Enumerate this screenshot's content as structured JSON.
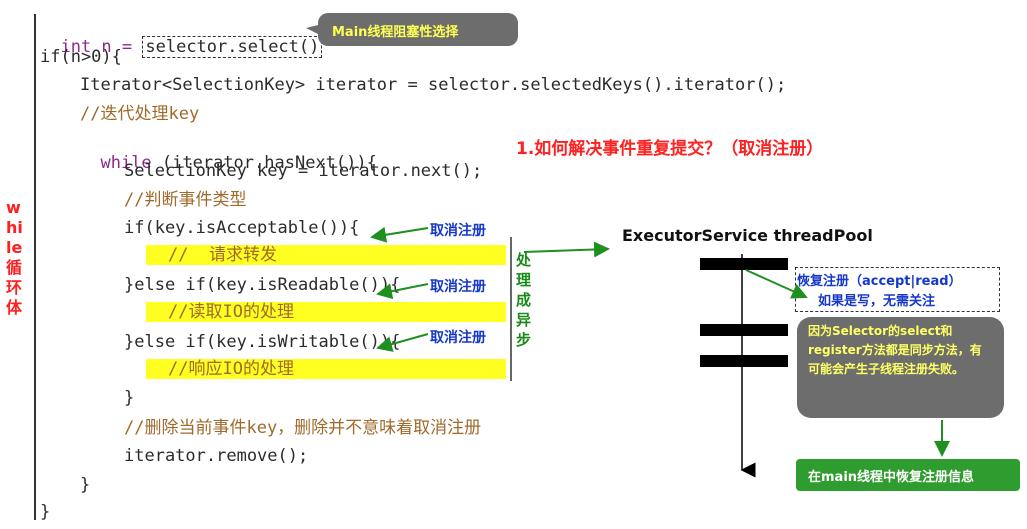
{
  "code": {
    "line1_pre": "int n = ",
    "line1_call": "selector.select()",
    "line2": "if(n>0){",
    "line3": "Iterator<SelectionKey> iterator = selector.selectedKeys().iterator();",
    "line4": "//迭代处理key",
    "line5_kw": "while",
    "line5_rest": " (iterator.hasNext()){",
    "line6": "SelectionKey key = iterator.next();",
    "line7": "//判断事件类型",
    "line8": "if(key.isAcceptable()){",
    "line9": "//  请求转发",
    "line10": "}else if(key.isReadable()){",
    "line11": "//读取IO的处理",
    "line12": "}else if(key.isWritable()){",
    "line13": "//响应IO的处理",
    "line14": "}",
    "line15": "//删除当前事件key，删除并不意味着取消注册",
    "line16": "iterator.remove();",
    "line17": "}",
    "line18": "}"
  },
  "annotations": {
    "main_select": "Main线程阻塞性选择",
    "question": "1.如何解决事件重复提交？（取消注册）",
    "while_loop": "while循环体",
    "cancel_reg": "取消注册",
    "async": "处理成异步",
    "thread_pool": "ExecutorService threadPool",
    "restore_reg": "恢复注册（accept|read）",
    "write_note": "如果是写，无需关注",
    "sync_note": "因为Selector的select和register方法都是同步方法，有可能会产生子线程注册失败。",
    "main_restore": "在main线程中恢复注册信息"
  }
}
